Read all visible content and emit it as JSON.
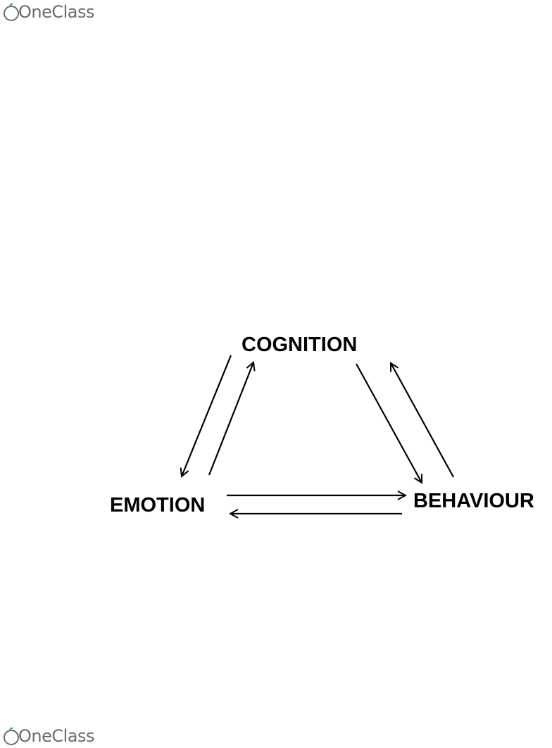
{
  "header": {
    "brand": "OneClass"
  },
  "footer": {
    "brand": "OneClass"
  },
  "diagram": {
    "nodes": {
      "cognition": "COGNITION",
      "emotion": "EMOTION",
      "behaviour": "BEHAVIOUR"
    },
    "edges": [
      {
        "from": "cognition",
        "to": "emotion"
      },
      {
        "from": "emotion",
        "to": "cognition"
      },
      {
        "from": "cognition",
        "to": "behaviour"
      },
      {
        "from": "behaviour",
        "to": "cognition"
      },
      {
        "from": "emotion",
        "to": "behaviour"
      },
      {
        "from": "behaviour",
        "to": "emotion"
      }
    ]
  },
  "colors": {
    "logo_text": "#6b6b6b",
    "logo_leaf": "#4caf50",
    "arrow": "#000000"
  }
}
